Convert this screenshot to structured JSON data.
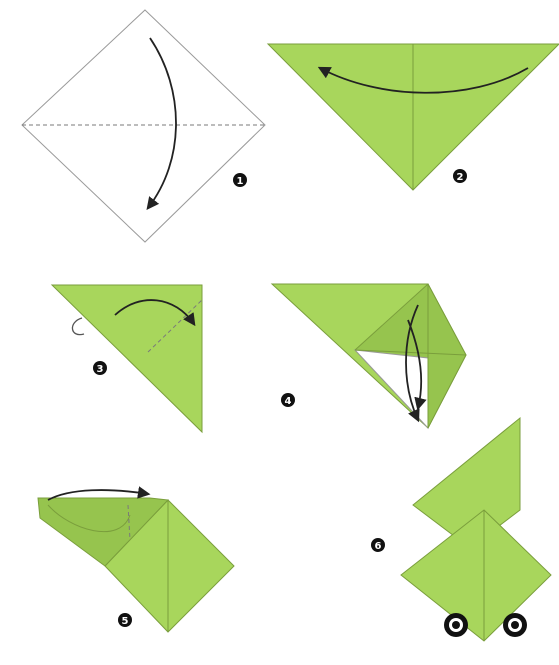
{
  "steps": [
    {
      "number": "1"
    },
    {
      "number": "2"
    },
    {
      "number": "3"
    },
    {
      "number": "4"
    },
    {
      "number": "5"
    },
    {
      "number": "6"
    }
  ],
  "colors": {
    "paper_green": "#a8d65c",
    "outline": "#7a9e3c",
    "arrow": "#222222",
    "badge": "#111111"
  }
}
